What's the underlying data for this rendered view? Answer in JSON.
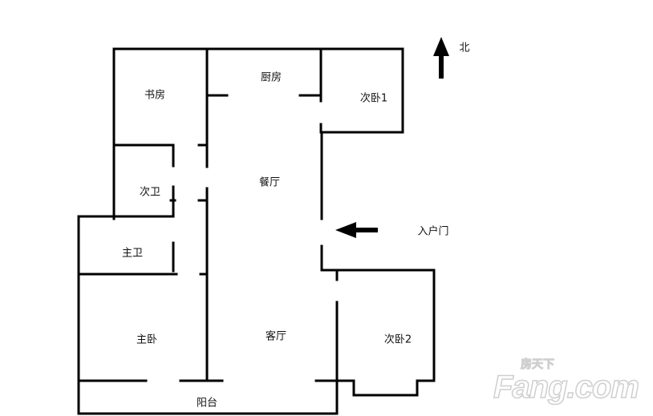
{
  "rooms": {
    "study": "书房",
    "kitchen": "厨房",
    "bedroom2_1": "次卧1",
    "dining": "餐厅",
    "guest_bath": "次卫",
    "master_bath": "主卫",
    "master_bedroom": "主卧",
    "living": "客厅",
    "bedroom2_2": "次卧2",
    "balcony": "阳台"
  },
  "annotations": {
    "entrance": "入户门",
    "north": "北"
  },
  "watermark": {
    "brand": "Fang.com",
    "brand_cn": "房天下"
  },
  "colors": {
    "wall": "#000000",
    "watermark": "#cfcfcf"
  }
}
